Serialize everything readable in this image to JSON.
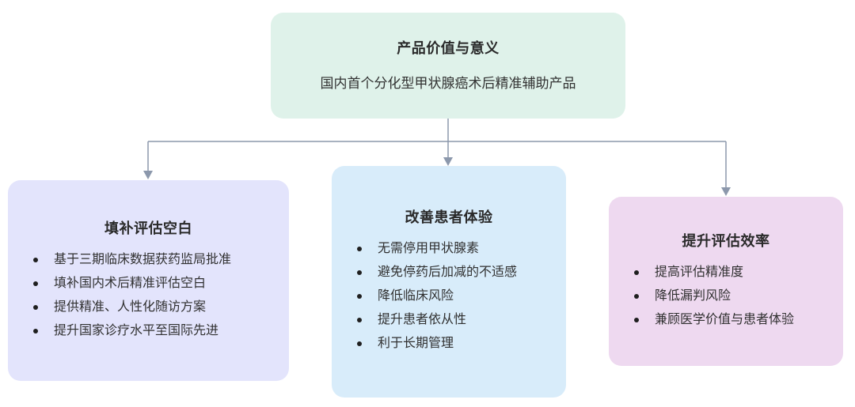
{
  "diagram": {
    "root": {
      "title": "产品价值与意义",
      "subtitle": "国内首个分化型甲状腺癌术后精准辅助产品",
      "bg": "#dff2ea"
    },
    "branches": [
      {
        "title": "填补评估空白",
        "bg": "#e3e4fc",
        "items": [
          "基于三期临床数据获药监局批准",
          "填补国内术后精准评估空白",
          "提供精准、人性化随访方案",
          "提升国家诊疗水平至国际先进"
        ]
      },
      {
        "title": "改善患者体验",
        "bg": "#d8ecfa",
        "items": [
          "无需停用甲状腺素",
          "避免停药后加减的不适感",
          "降低临床风险",
          "提升患者依从性",
          "利于长期管理"
        ]
      },
      {
        "title": "提升评估效率",
        "bg": "#eed9f0",
        "items": [
          "提高评估精准度",
          "降低漏判风险",
          "兼顾医学价值与患者体验"
        ]
      }
    ],
    "connector_color": "#8c98ac"
  }
}
